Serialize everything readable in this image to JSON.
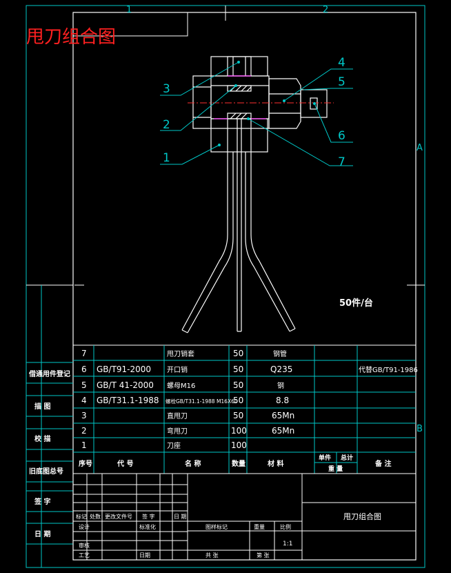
{
  "drawing": {
    "title_red": "甩刀组合图",
    "zone_labels": {
      "top_1": "1",
      "top_2": "2",
      "right_A": "A",
      "right_B": "B"
    },
    "callouts": [
      "1",
      "2",
      "3",
      "4",
      "5",
      "6",
      "7"
    ],
    "quantity_note": "50件/台"
  },
  "bom": {
    "header": {
      "seq": "序号",
      "code": "代 号",
      "name": "名 称",
      "qty": "数量",
      "material": "材 料",
      "unit_weight": "单件",
      "total_weight": "总计",
      "weight": "重 量",
      "remarks": "备 注"
    },
    "rows": [
      {
        "seq": "7",
        "code": "",
        "name": "甩刀销套",
        "qty": "50",
        "material": "钢管",
        "remarks": ""
      },
      {
        "seq": "6",
        "code": "GB/T91-2000",
        "name": "开口销",
        "qty": "50",
        "material": "Q235",
        "remarks": "代替GB/T91-1986"
      },
      {
        "seq": "5",
        "code": "GB/T 41-2000",
        "name": "螺母M16",
        "qty": "50",
        "material": "钢",
        "remarks": ""
      },
      {
        "seq": "4",
        "code": "GB/T31.1-1988",
        "name": "螺栓GB/T31.1-1988 M16X60",
        "qty": "50",
        "material": "8.8",
        "remarks": ""
      },
      {
        "seq": "3",
        "code": "",
        "name": "直甩刀",
        "qty": "50",
        "material": "65Mn",
        "remarks": ""
      },
      {
        "seq": "2",
        "code": "",
        "name": "弯甩刀",
        "qty": "100",
        "material": "65Mn",
        "remarks": ""
      },
      {
        "seq": "1",
        "code": "",
        "name": "刀座",
        "qty": "100",
        "material": "",
        "remarks": ""
      }
    ]
  },
  "side_labels": [
    "借通用件登记",
    "描 图",
    "校 描",
    "旧底图总号",
    "签 字",
    "日 期"
  ],
  "title_block": {
    "drawing_name": "甩刀组合图",
    "scale": "1:1",
    "mark_label": "图样标记",
    "weight_label": "重量",
    "scale_label": "比例",
    "sheet_label": "共 张",
    "page_label": "第 张",
    "row_labels": [
      "标记",
      "处数",
      "更改文件号",
      "签 字",
      "日 期"
    ],
    "left_labels": [
      "设计",
      "标准化"
    ],
    "left_labels_2": [
      "审核",
      ""
    ],
    "left_labels_3": [
      "工艺",
      "日期"
    ]
  }
}
